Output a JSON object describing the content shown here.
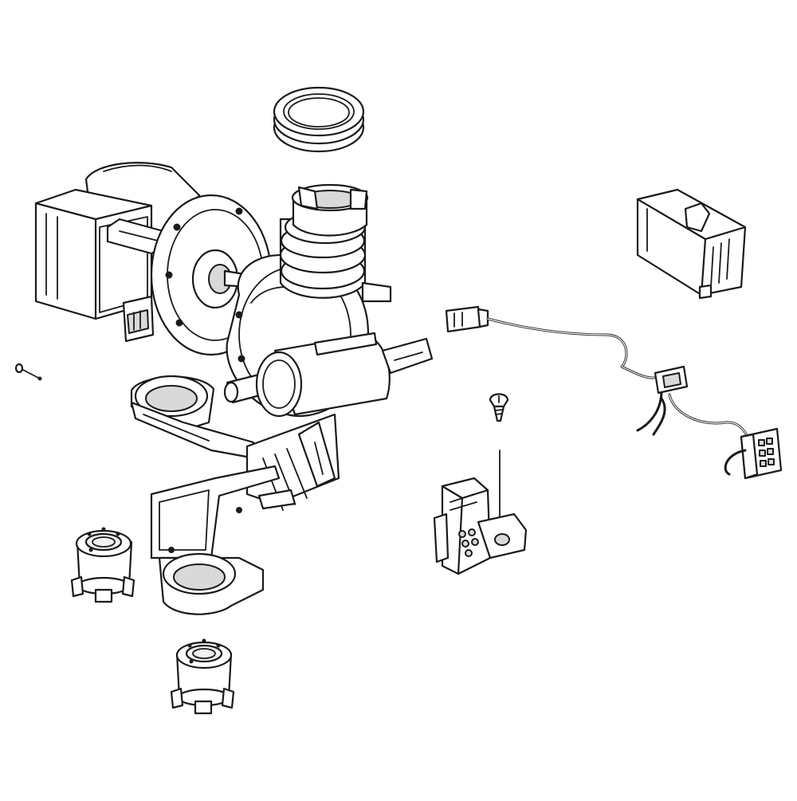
{
  "diagram": {
    "parts": [
      {
        "id": "drain-pump-motor",
        "icon": "motor-icon"
      },
      {
        "id": "pump-housing",
        "icon": "pump-icon"
      },
      {
        "id": "hose-gasket",
        "icon": "gasket-icon"
      },
      {
        "id": "mounting-bracket",
        "icon": "bracket-icon"
      },
      {
        "id": "foot-grommet",
        "icon": "grommet-icon"
      },
      {
        "id": "pin",
        "icon": "pin-icon"
      },
      {
        "id": "control-board",
        "icon": "board-icon"
      },
      {
        "id": "wire-harness",
        "icon": "harness-icon"
      },
      {
        "id": "screw",
        "icon": "screw-icon"
      },
      {
        "id": "sensor-connector",
        "icon": "connector-icon"
      }
    ],
    "colors": {
      "line": "#1a1a1a",
      "fill": "#ffffff",
      "shade": "#d9d9d9"
    }
  }
}
